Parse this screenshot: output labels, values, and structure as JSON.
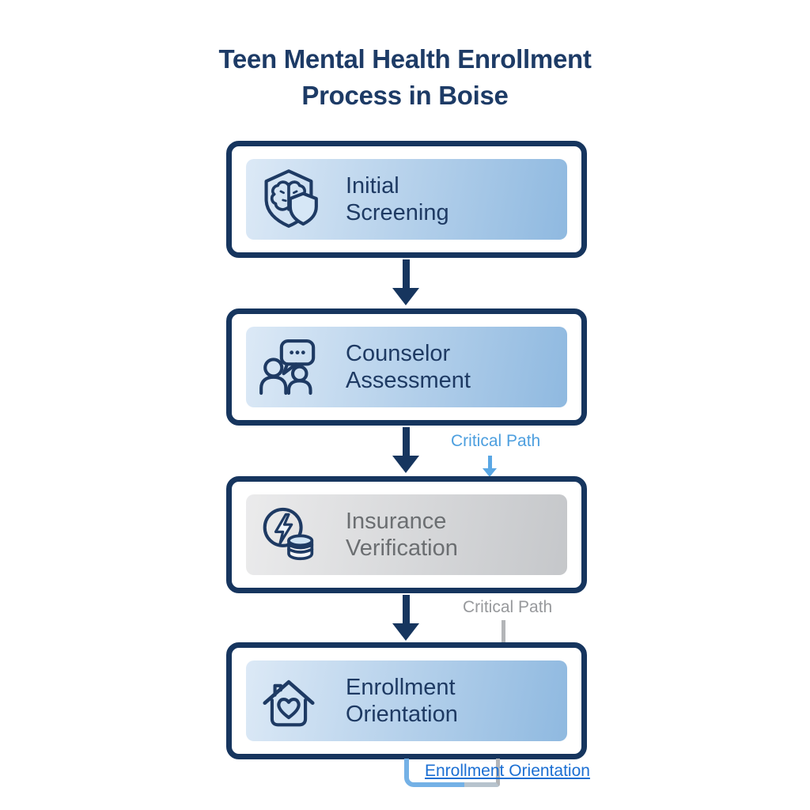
{
  "title": {
    "line1": "Teen Mental Health Enrollment",
    "line2": "Process in Boise"
  },
  "steps": [
    {
      "line1": "Initial",
      "line2": "Screening",
      "icon": "brain-shield-icon",
      "variant": "blue"
    },
    {
      "line1": "Counselor",
      "line2": "Assessment",
      "icon": "counselor-chat-icon",
      "variant": "blue"
    },
    {
      "line1": "Insurance",
      "line2": "Verification",
      "icon": "lightning-coins-icon",
      "variant": "gray"
    },
    {
      "line1": "Enrollment",
      "line2": "Orientation",
      "icon": "home-heart-icon",
      "variant": "blue"
    }
  ],
  "annotations": {
    "critical_path_1": {
      "text": "Critical Path",
      "color": "#4d9fdf"
    },
    "critical_path_2": {
      "text": "Critical Path",
      "color": "#97999c"
    },
    "footer_link": {
      "text": "Enrollment Orientation",
      "color": "#1b6fd3"
    }
  },
  "colors": {
    "background": "#ffffff",
    "navy_border": "#16355e",
    "title_text": "#1d3b66",
    "step_text_blue": "#1e3a63",
    "step_text_gray": "#6b6e71",
    "panel_blue_start": "#dce9f6",
    "panel_blue_end": "#8fb9e0",
    "panel_gray_start": "#ebebec",
    "panel_gray_end": "#c5c7ca",
    "accent_blue": "#5aa7e4",
    "accent_gray": "#b3b5b8",
    "link_blue": "#1b6fd3"
  }
}
